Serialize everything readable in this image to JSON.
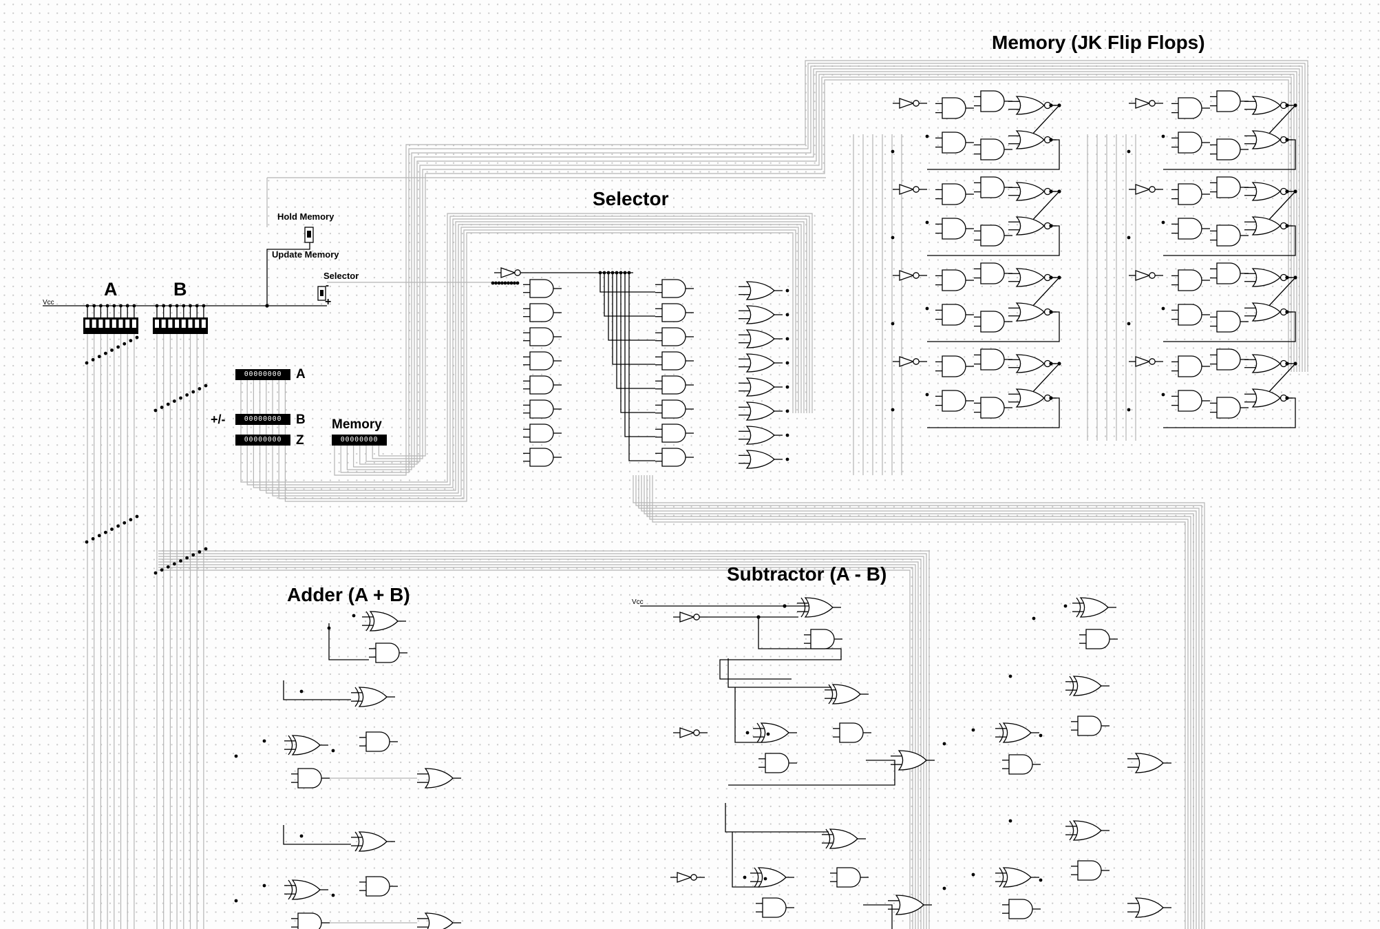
{
  "titles": {
    "memory": "Memory (JK Flip Flops)",
    "selector": "Selector",
    "adder": "Adder (A + B)",
    "subtractor": "Subtractor (A - B)"
  },
  "labels": {
    "input_a": "A",
    "input_b": "B",
    "vcc": "Vcc",
    "hold_memory": "Hold Memory",
    "update_memory": "Update Memory",
    "selector_switch": "Selector",
    "switch_minus": "-",
    "switch_plus": "+",
    "display_a": "A",
    "display_b": "B",
    "display_z": "Z",
    "plus_minus": "+/-",
    "memory_display": "Memory"
  },
  "displays": {
    "a_bits": "00000000",
    "b_bits": "00000000",
    "z_bits": "00000000",
    "memory_bits": "00000000"
  },
  "colors": {
    "wire_light": "#b4b4b4",
    "wire_dark": "#000000",
    "grid_dot": "#c9c9c9"
  }
}
